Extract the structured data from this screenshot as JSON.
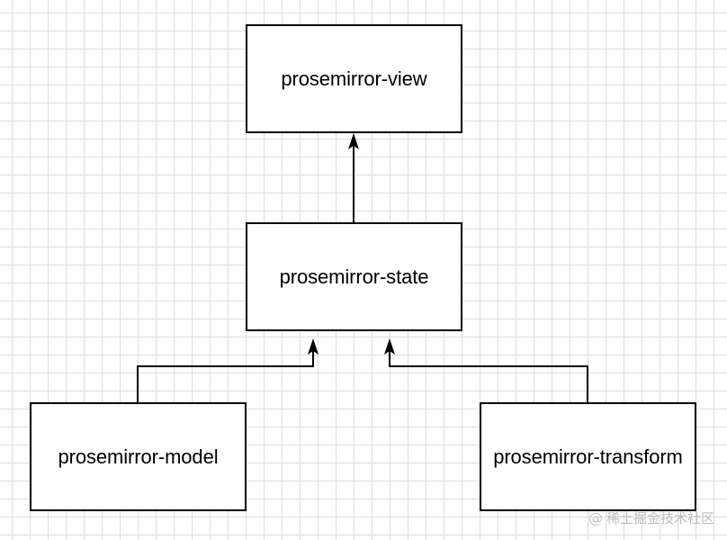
{
  "diagram": {
    "nodes": {
      "view": {
        "label": "prosemirror-view"
      },
      "state": {
        "label": "prosemirror-state"
      },
      "model": {
        "label": "prosemirror-model"
      },
      "transform": {
        "label": "prosemirror-transform"
      }
    },
    "edges": [
      {
        "from": "state",
        "to": "view"
      },
      {
        "from": "model",
        "to": "state"
      },
      {
        "from": "transform",
        "to": "state"
      }
    ],
    "colors": {
      "stroke": "#000000",
      "grid": "#dcdcdc",
      "background": "#ffffff"
    }
  },
  "watermark": {
    "symbol": "@",
    "text": "稀土掘金技术社区"
  }
}
